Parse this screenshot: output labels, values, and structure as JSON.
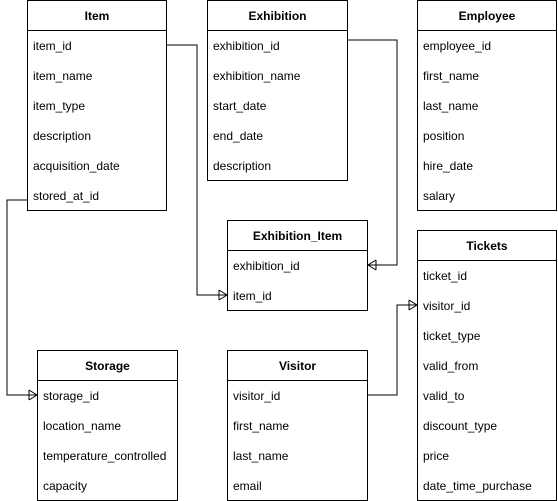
{
  "entities": [
    {
      "key": "item",
      "title": "Item",
      "fields": [
        "item_id",
        "item_name",
        "item_type",
        "description",
        "acquisition_date",
        "stored_at_id"
      ]
    },
    {
      "key": "exhibition",
      "title": "Exhibition",
      "fields": [
        "exhibition_id",
        "exhibition_name",
        "start_date",
        "end_date",
        "description"
      ]
    },
    {
      "key": "employee",
      "title": "Employee",
      "fields": [
        "employee_id",
        "first_name",
        "last_name",
        "position",
        "hire_date",
        "salary"
      ]
    },
    {
      "key": "exhibition-item",
      "title": "Exhibition_Item",
      "fields": [
        "exhibition_id",
        "item_id"
      ]
    },
    {
      "key": "tickets",
      "title": "Tickets",
      "fields": [
        "ticket_id",
        "visitor_id",
        "ticket_type",
        "valid_from",
        "valid_to",
        "discount_type",
        "price",
        "date_time_purchase"
      ]
    },
    {
      "key": "storage",
      "title": "Storage",
      "fields": [
        "storage_id",
        "location_name",
        "temperature_controlled",
        "capacity"
      ]
    },
    {
      "key": "visitor",
      "title": "Visitor",
      "fields": [
        "visitor_id",
        "first_name",
        "last_name",
        "email"
      ]
    }
  ],
  "relationships": [
    {
      "from": "item.item_id",
      "to": "exhibition-item.item_id",
      "cardinality": "one-to-many"
    },
    {
      "from": "exhibition.exhibition_id",
      "to": "exhibition-item.exhibition_id",
      "cardinality": "one-to-many"
    },
    {
      "from": "item.stored_at_id",
      "to": "storage.storage_id",
      "cardinality": "many-to-one"
    },
    {
      "from": "visitor.visitor_id",
      "to": "tickets.visitor_id",
      "cardinality": "one-to-many"
    }
  ],
  "colors": {
    "stroke": "#000000",
    "background": "#ffffff"
  }
}
